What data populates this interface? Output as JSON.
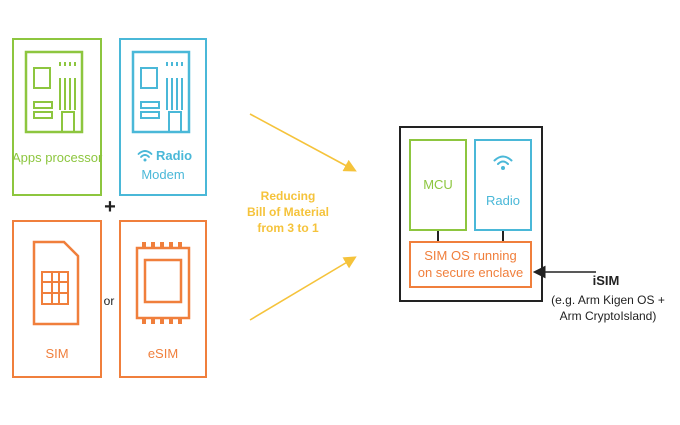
{
  "left": {
    "apps_processor": {
      "label": "Apps processor",
      "icon": "circuit-board-icon",
      "color": "#8dc63f"
    },
    "radio_modem": {
      "label_bold": "Radio",
      "label_line2": "Modem",
      "icon": "circuit-board-icon",
      "signal_icon": "wifi-signal-icon",
      "color": "#4ab8d8"
    },
    "plus": "+",
    "sim": {
      "label": "SIM",
      "icon": "sim-card-icon",
      "color": "#f07f3c"
    },
    "or": "or",
    "esim": {
      "label": "eSIM",
      "icon": "esim-chip-icon",
      "color": "#f07f3c"
    }
  },
  "middle": {
    "lines": [
      "Reducing",
      "Bill of Material",
      "from 3 to 1"
    ],
    "color": "#f5c33b"
  },
  "right": {
    "mcu": {
      "label": "MCU",
      "color": "#8dc63f"
    },
    "radio": {
      "label": "Radio",
      "icon": "wifi-signal-icon",
      "color": "#4ab8d8"
    },
    "sim_os": {
      "lines": [
        "SIM OS running",
        "on secure enclave"
      ],
      "color": "#f07f3c"
    },
    "isim": {
      "title": "iSIM",
      "lines": [
        "(e.g. Arm Kigen OS +",
        "Arm CryptoIsland)"
      ]
    }
  }
}
